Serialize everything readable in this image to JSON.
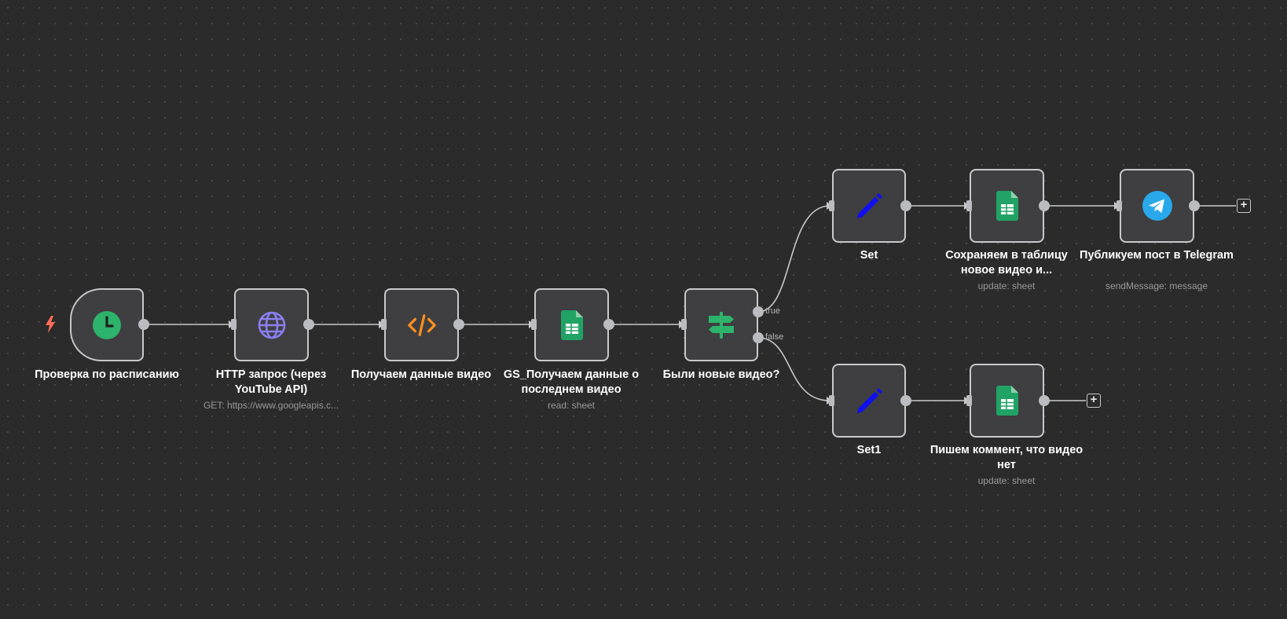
{
  "canvas": {
    "background": "#2b2b2b"
  },
  "nodes": {
    "schedule": {
      "label": "Проверка по расписанию",
      "icon": "clock-icon"
    },
    "http": {
      "label": "HTTP запрос (через YouTube API)",
      "subtitle": "GET: https://www.googleapis.c...",
      "icon": "globe-icon"
    },
    "code": {
      "label": "Получаем данные видео",
      "icon": "code-icon"
    },
    "gs_read": {
      "label": "GS_Получаем данные о последнем видео",
      "subtitle": "read: sheet",
      "icon": "google-sheets-icon"
    },
    "if": {
      "label": "Были новые видео?",
      "icon": "signpost-icon",
      "branches": {
        "true": "true",
        "false": "false"
      }
    },
    "set": {
      "label": "Set",
      "icon": "pencil-icon"
    },
    "gs_save": {
      "label": "Сохраняем в таблицу новое видео и...",
      "subtitle": "update: sheet",
      "icon": "google-sheets-icon"
    },
    "telegram": {
      "label": "Публикуем пост в Telegram",
      "subtitle": "sendMessage: message",
      "icon": "telegram-icon"
    },
    "set1": {
      "label": "Set1",
      "icon": "pencil-icon"
    },
    "gs_comment": {
      "label": "Пишем коммент, что видео нет",
      "subtitle": "update: sheet",
      "icon": "google-sheets-icon"
    }
  },
  "add_button_symbol": "+",
  "colors": {
    "node_bg": "#3f3f41",
    "node_border": "#c9c9cc",
    "edge": "#c9c9cc",
    "clock": "#2db36b",
    "globe": "#8a7ff0",
    "code": "#ff8f1f",
    "sheets": "#21a366",
    "pencil": "#1010ee",
    "telegram": "#29a9eb",
    "trigger_bolt": "#ff6d5a"
  }
}
